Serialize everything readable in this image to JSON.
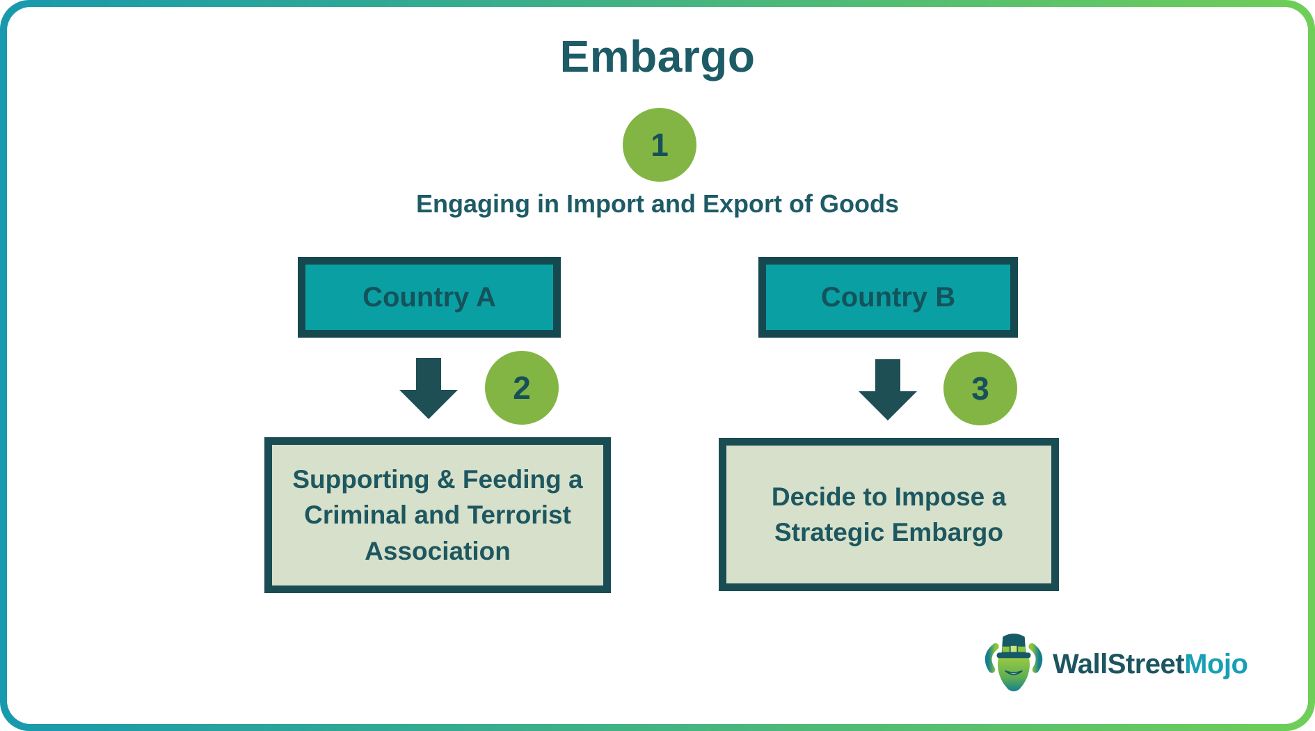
{
  "title": "Embargo",
  "step1": {
    "number": "1",
    "label": "Engaging in Import and Export of Goods"
  },
  "columns": [
    {
      "step_number": "2",
      "country": "Country A",
      "outcome": "Supporting & Feeding a Criminal and Terrorist Association"
    },
    {
      "step_number": "3",
      "country": "Country B",
      "outcome": "Decide to Impose a Strategic Embargo"
    }
  ],
  "logo": {
    "brand_primary": "WallStreet",
    "brand_accent": "Mojo"
  },
  "colors": {
    "border_gradient_start": "#1899ad",
    "border_gradient_end": "#6fce57",
    "dark_teal": "#1a505b",
    "text_teal": "#1d5b66",
    "teal_fill": "#0aa0a3",
    "pale_green_fill": "#d7e0ca",
    "step_green": "#83b544",
    "logo_mojo_teal": "#189fb4"
  }
}
